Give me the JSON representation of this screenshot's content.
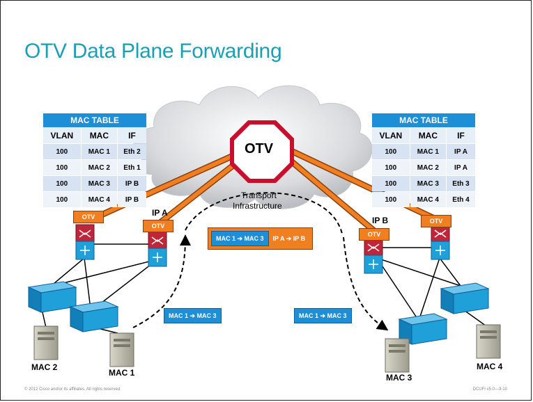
{
  "title": "OTV Data Plane Forwarding",
  "left_table": {
    "caption": "MAC TABLE",
    "headers": [
      "VLAN",
      "MAC",
      "IF"
    ],
    "rows": [
      [
        "100",
        "MAC 1",
        "Eth 2"
      ],
      [
        "100",
        "MAC 2",
        "Eth 1"
      ],
      [
        "100",
        "MAC 3",
        "IP B"
      ],
      [
        "100",
        "MAC 4",
        "IP B"
      ]
    ]
  },
  "right_table": {
    "caption": "MAC TABLE",
    "headers": [
      "VLAN",
      "MAC",
      "IF"
    ],
    "rows": [
      [
        "100",
        "MAC 1",
        "IP A"
      ],
      [
        "100",
        "MAC 2",
        "IP A"
      ],
      [
        "100",
        "MAC 3",
        "Eth 3"
      ],
      [
        "100",
        "MAC 4",
        "Eth 4"
      ]
    ]
  },
  "cloud": {
    "stop_label": "OTV",
    "transport_line1": "Transport",
    "transport_line2": "Infrastructure"
  },
  "otv_tag": "OTV",
  "labels": {
    "ip_a": "IP A",
    "ip_b": "IP B",
    "mac1": "MAC 1",
    "mac2": "MAC 2",
    "mac3": "MAC 3",
    "mac4": "MAC 4"
  },
  "frames": {
    "left": "MAC 1 ➔ MAC 3",
    "right": "MAC 1 ➔ MAC 3",
    "encap_inner": "MAC 1 ➔ MAC 3",
    "encap_outer": "IP A ➔ IP B"
  },
  "footer": {
    "copyright": "© 2012 Cisco and/or its affiliates. All rights reserved.",
    "course_code": "DCUFI v5.0—3-10"
  },
  "colors": {
    "title": "#1a9fb5",
    "otv_orange": "#f07f22",
    "table_blue": "#1e8fd6",
    "stop_red": "#c8102e",
    "switch_blue": "#1fa0d9",
    "router_red": "#c0263a"
  }
}
